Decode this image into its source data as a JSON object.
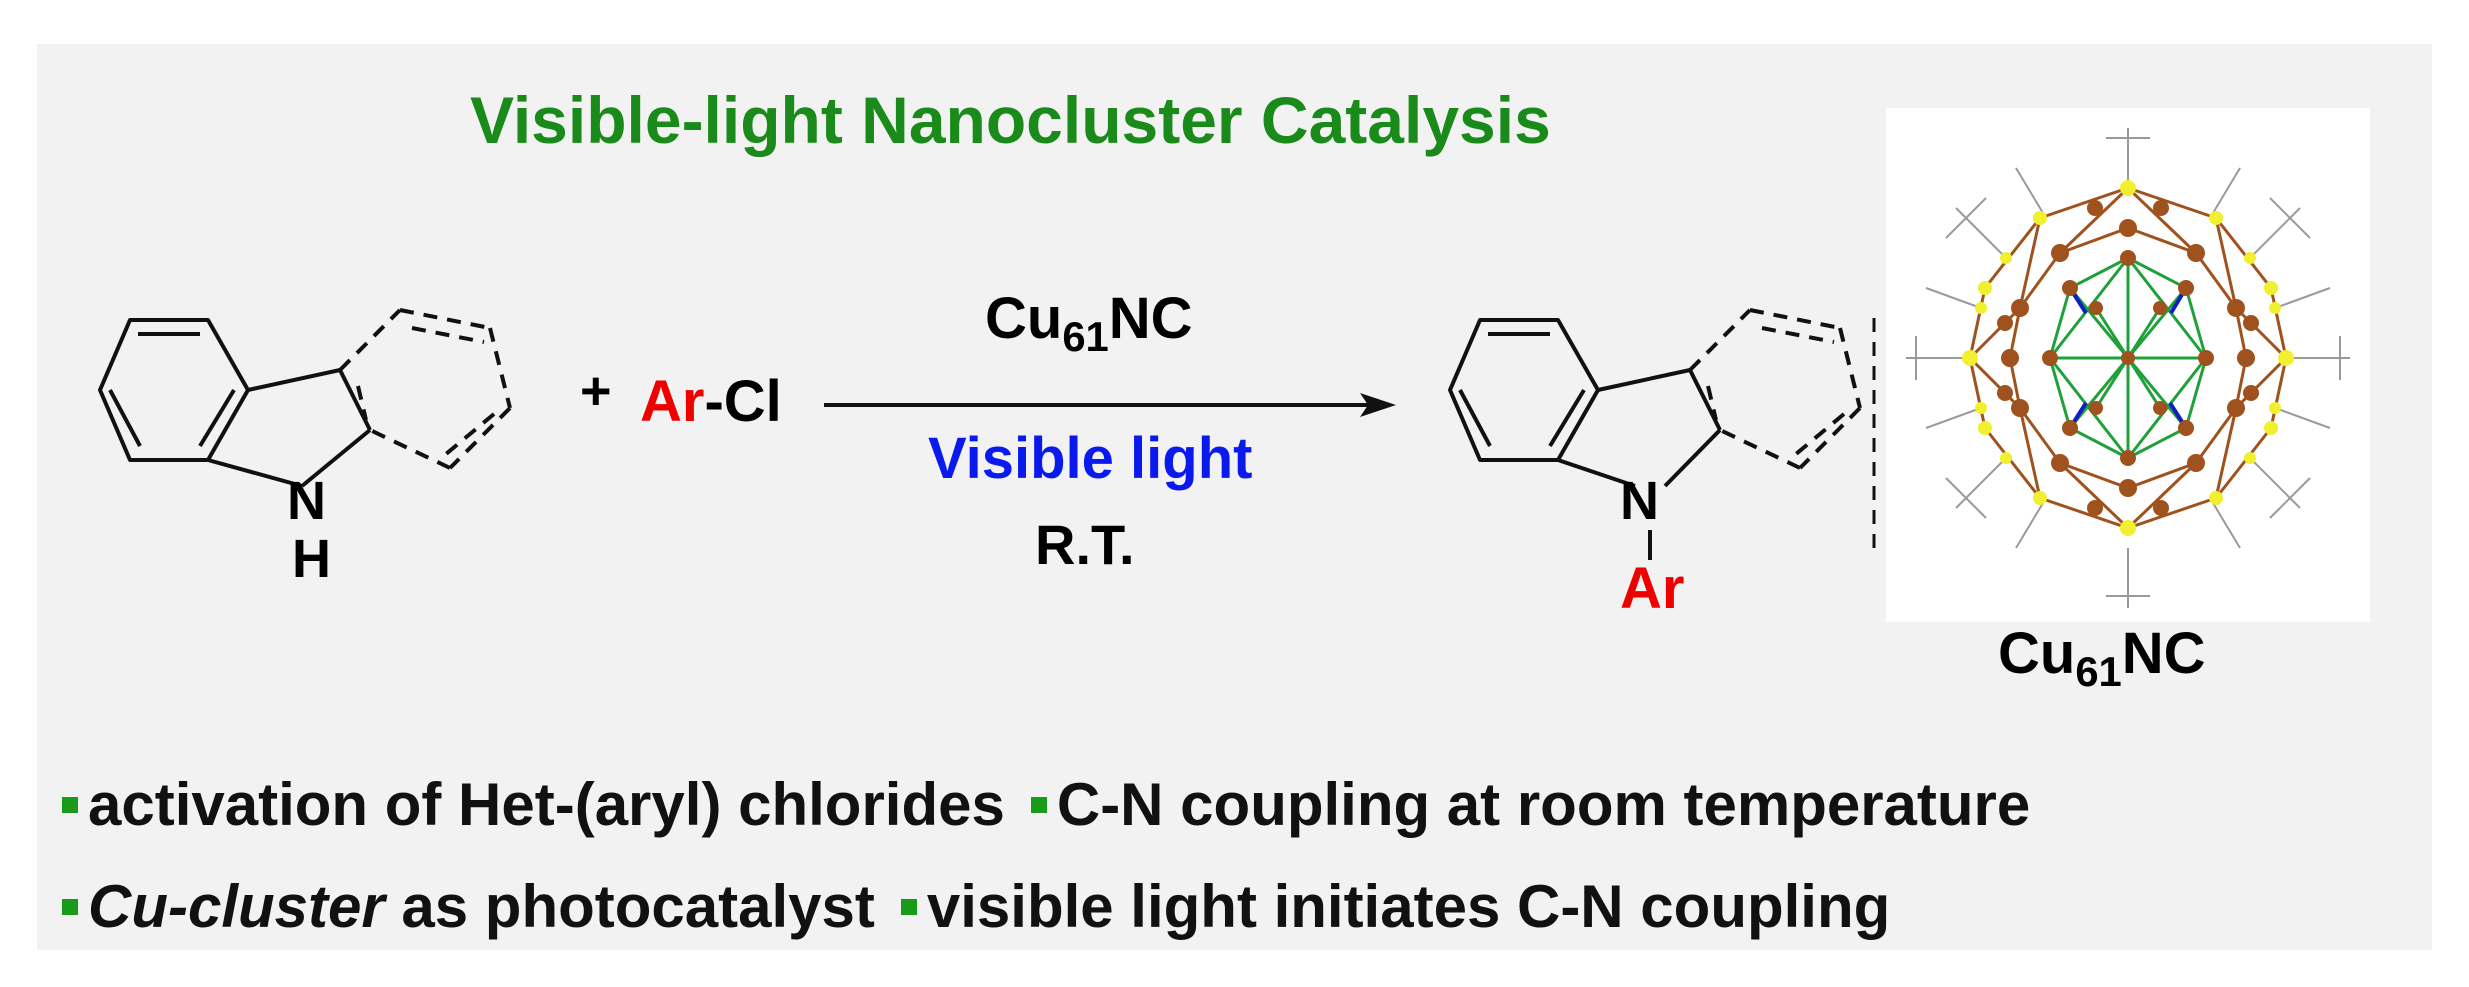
{
  "title": "Visible-light Nanocluster Catalysis",
  "reactant": {
    "n_label": "N",
    "h_label": "H",
    "plus": "+",
    "ar": "Ar",
    "cl": "-Cl"
  },
  "conditions": {
    "catalyst_prefix": "Cu",
    "catalyst_sub": "61",
    "catalyst_suffix": "NC",
    "light": "Visible light",
    "temperature": "R.T."
  },
  "product": {
    "n_label": "N",
    "ar": "Ar"
  },
  "cluster_label": {
    "prefix": "Cu",
    "sub": "61",
    "suffix": "NC"
  },
  "bullets": [
    "activation of Het-(aryl) chlorides",
    "C-N coupling at room temperature",
    "Cu-cluster",
    "as photocatalyst",
    "visible light initiates C-N coupling"
  ],
  "colors": {
    "title": "#1a8a1a",
    "ar": "#ee0000",
    "light": "#0a1aee",
    "bullet": "#1a9a1a",
    "copper_atom": "#a0521e",
    "sulfur_atom": "#f0f030",
    "core_bond": "#1fa03a",
    "n_atom": "#1020c0"
  }
}
